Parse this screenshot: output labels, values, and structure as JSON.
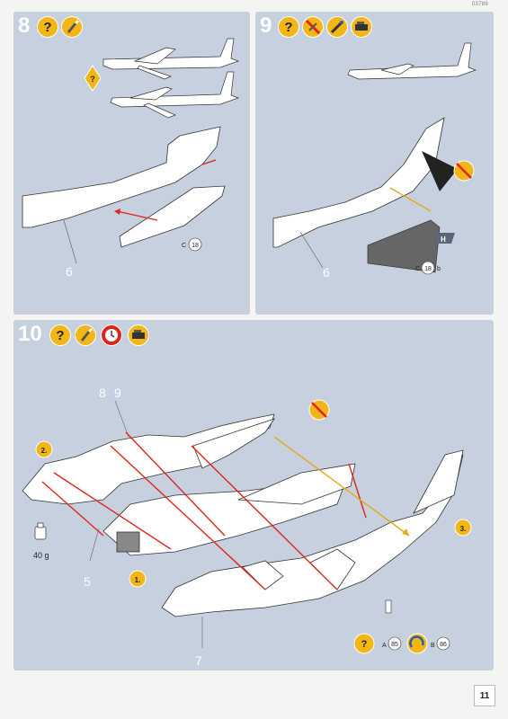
{
  "header": {
    "code": "03789"
  },
  "step8": {
    "number": "8",
    "icons": [
      "help-icon",
      "paint-brush-icon"
    ],
    "part_label": "6",
    "part_ref": {
      "sprue": "C",
      "number": "18"
    }
  },
  "step9": {
    "number": "9",
    "icons": [
      "help-icon",
      "no-glue-icon",
      "glue-brush-icon",
      "tape-icon"
    ],
    "part_label": "6",
    "part_ref": {
      "sprue": "C",
      "number": "18",
      "suffix": "b"
    },
    "color_tag": "H"
  },
  "step10": {
    "number": "10",
    "icons": [
      "help-icon",
      "paint-brush-icon",
      "wait-clock-icon",
      "tape-icon"
    ],
    "sub_ref_a": "8",
    "sub_ref_b": "9",
    "stage_1": "1.",
    "stage_2": "2.",
    "stage_3": "3.",
    "weight": "40 g",
    "part_5": "5",
    "part_7": "7",
    "ref_a": {
      "sprue": "A",
      "number": "85"
    },
    "ref_b": {
      "sprue": "B",
      "number": "86"
    }
  },
  "footer": {
    "page_number": "11"
  },
  "colors": {
    "panel": "#c6d0de",
    "accent": "#f2b616",
    "arrow": "#e0241b",
    "guide": "#e8a91a"
  }
}
